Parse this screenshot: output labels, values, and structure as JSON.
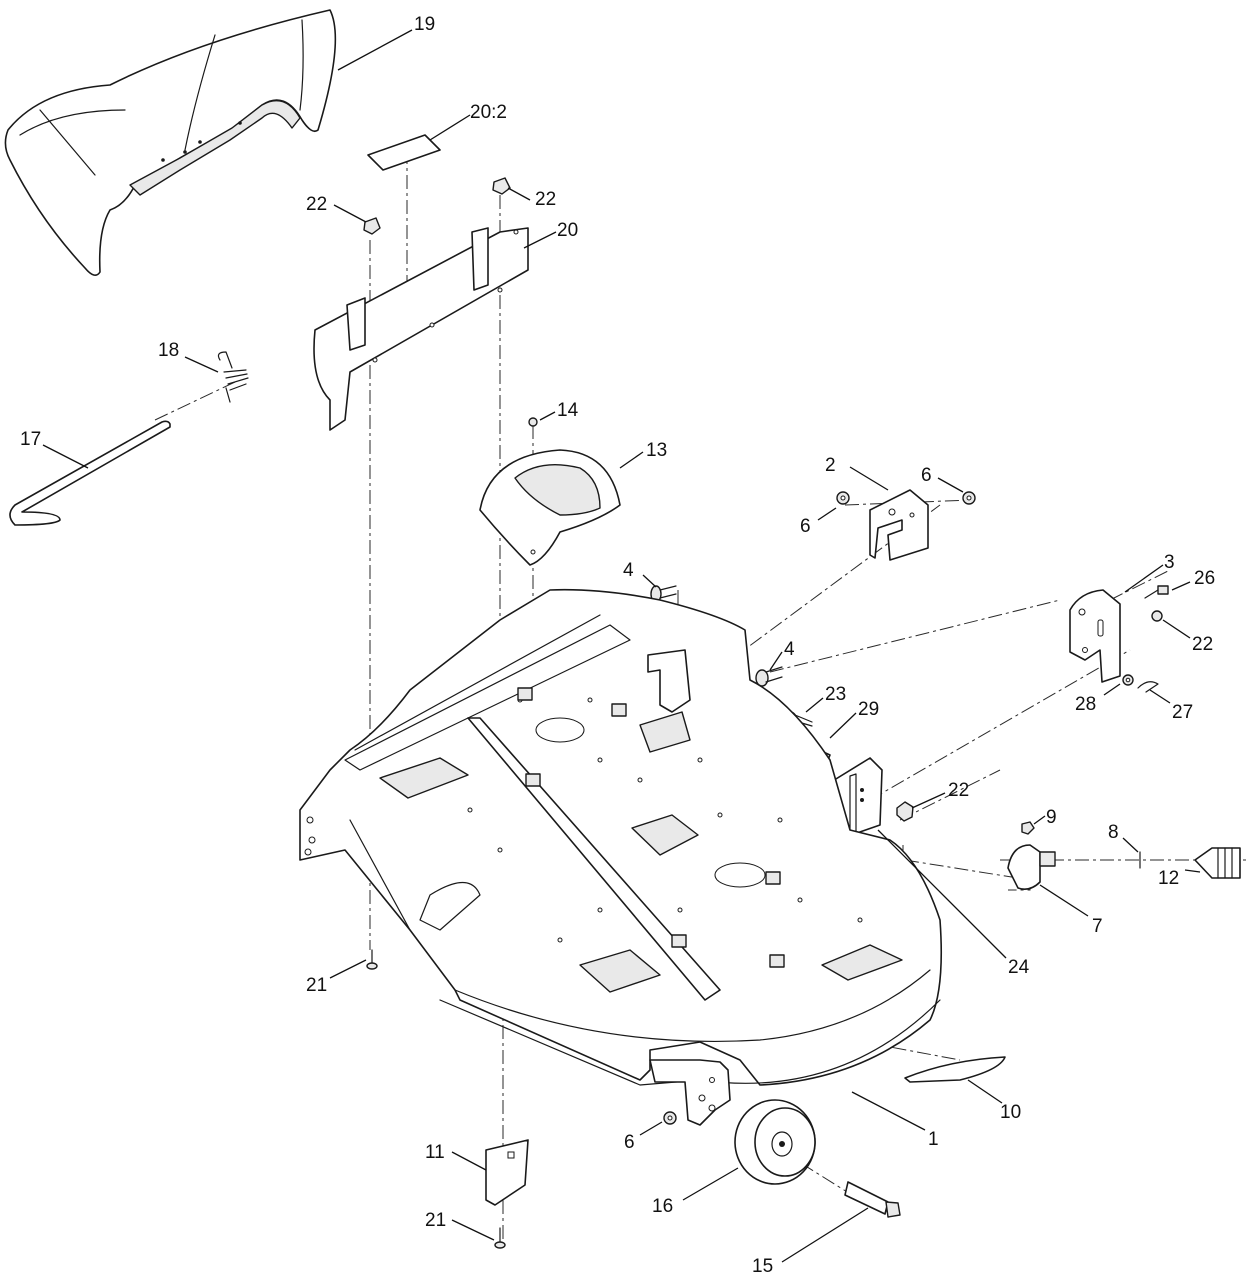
{
  "callouts": [
    {
      "id": "19",
      "text": "19"
    },
    {
      "id": "20-2",
      "text": "20:2"
    },
    {
      "id": "22-a",
      "text": "22"
    },
    {
      "id": "22-b",
      "text": "22"
    },
    {
      "id": "20",
      "text": "20"
    },
    {
      "id": "18",
      "text": "18"
    },
    {
      "id": "17",
      "text": "17"
    },
    {
      "id": "14",
      "text": "14"
    },
    {
      "id": "13",
      "text": "13"
    },
    {
      "id": "2",
      "text": "2"
    },
    {
      "id": "6-a",
      "text": "6"
    },
    {
      "id": "6-b",
      "text": "6"
    },
    {
      "id": "3",
      "text": "3"
    },
    {
      "id": "26",
      "text": "26"
    },
    {
      "id": "22-c",
      "text": "22"
    },
    {
      "id": "4-a",
      "text": "4"
    },
    {
      "id": "4-b",
      "text": "4"
    },
    {
      "id": "23",
      "text": "23"
    },
    {
      "id": "29",
      "text": "29"
    },
    {
      "id": "28",
      "text": "28"
    },
    {
      "id": "27",
      "text": "27"
    },
    {
      "id": "22-d",
      "text": "22"
    },
    {
      "id": "9",
      "text": "9"
    },
    {
      "id": "8",
      "text": "8"
    },
    {
      "id": "7",
      "text": "7"
    },
    {
      "id": "12",
      "text": "12"
    },
    {
      "id": "24",
      "text": "24"
    },
    {
      "id": "21-a",
      "text": "21"
    },
    {
      "id": "10",
      "text": "10"
    },
    {
      "id": "1",
      "text": "1"
    },
    {
      "id": "6-c",
      "text": "6"
    },
    {
      "id": "11",
      "text": "11"
    },
    {
      "id": "16",
      "text": "16"
    },
    {
      "id": "21-b",
      "text": "21"
    },
    {
      "id": "15",
      "text": "15"
    }
  ]
}
